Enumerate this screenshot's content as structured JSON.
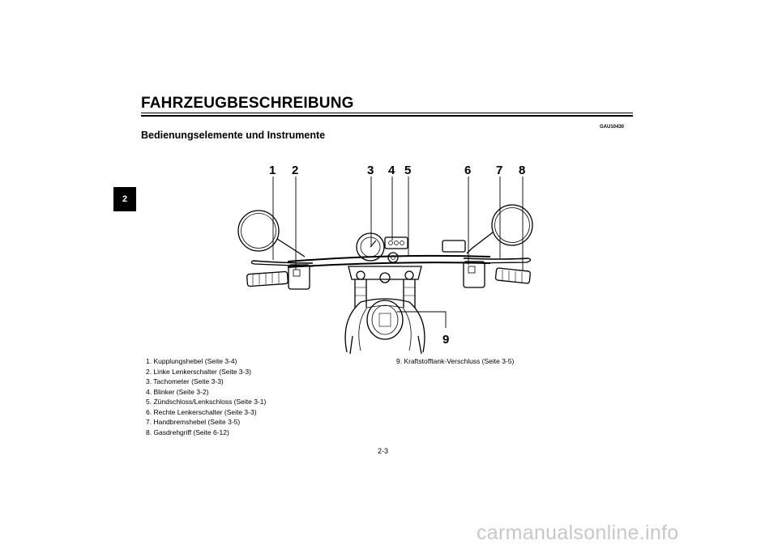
{
  "side_tab": "2",
  "title": "FAHRZEUGBESCHREIBUNG",
  "code": "GAU10430",
  "subtitle": "Bedienungselemente und Instrumente",
  "callouts": [
    "1",
    "2",
    "3",
    "4",
    "5",
    "6",
    "7",
    "8",
    "9"
  ],
  "legend_left": [
    "1. Kupplungshebel (Seite 3-4)",
    "2. Linke Lenkerschalter (Seite 3-3)",
    "3. Tachometer (Seite 3-3)",
    "4. Blinker (Seite 3-2)",
    "5. Zündschloss/Lenkschloss (Seite 3-1)",
    "6. Rechte Lenkerschalter (Seite 3-3)",
    "7. Handbremshebel (Seite 3-5)",
    "8. Gasdrehgriff (Seite 6-12)"
  ],
  "legend_right": [
    "9. Kraftstofftank-Verschluss (Seite 3-5)"
  ],
  "page_number": "2-3",
  "watermark": "carmanualsonline.info"
}
